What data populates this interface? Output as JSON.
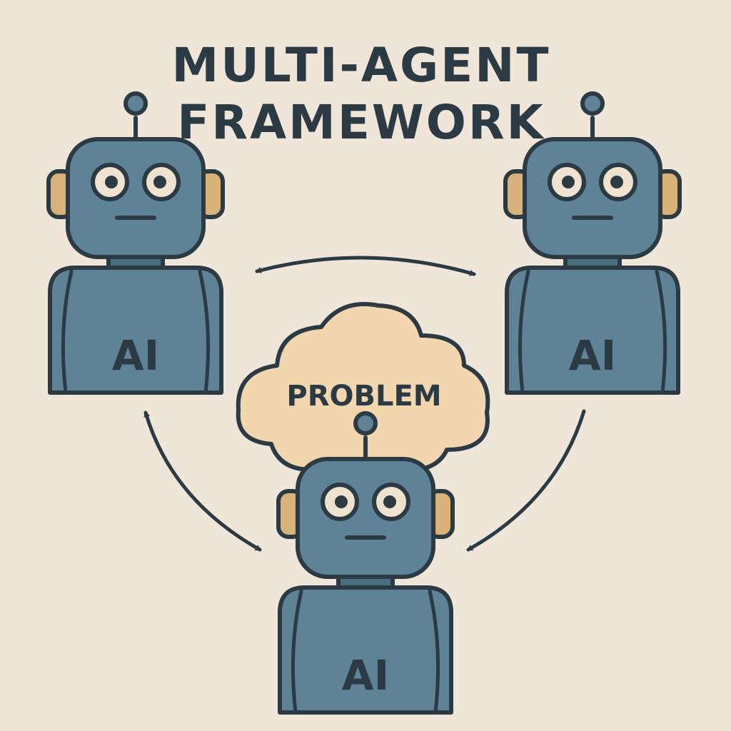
{
  "title": {
    "line1": "MULTI-AGENT",
    "line2": "FRAMEWORK"
  },
  "center": {
    "label": "PROBLEM"
  },
  "agents": [
    {
      "id": "top-left",
      "chest_label": "AI"
    },
    {
      "id": "top-right",
      "chest_label": "AI"
    },
    {
      "id": "bottom",
      "chest_label": "AI"
    }
  ],
  "colors": {
    "background": "#efe5d8",
    "ink": "#2b3a43",
    "robot_body": "#5f8396",
    "robot_shade": "#4c6d80",
    "ear": "#d9b27a",
    "cloud": "#f1d6ae",
    "eye_white": "#efe3cf"
  },
  "connections": [
    {
      "from": "top-left",
      "to": "top-right",
      "direction": "bidirectional"
    },
    {
      "from": "top-left",
      "to": "bottom",
      "direction": "bidirectional"
    },
    {
      "from": "top-right",
      "to": "bottom",
      "direction": "one-way"
    }
  ]
}
